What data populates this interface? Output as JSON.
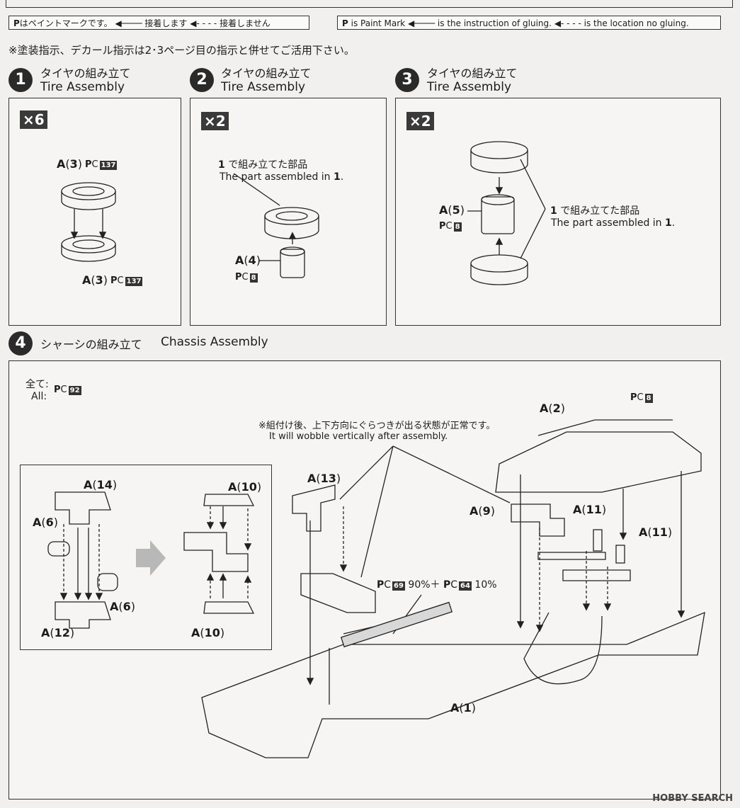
{
  "legend_ja": {
    "paint": "はペイントマークです。",
    "glue": "接着します",
    "no_glue": "接着しません"
  },
  "legend_en": {
    "paint": "is Paint Mark",
    "glue": "is the instruction of gluing.",
    "no_glue": "is the location no gluing."
  },
  "note": "※塗装指示、デカール指示は2･3ページ目の指示と併せてご活用下さい。",
  "steps": [
    {
      "num": "1",
      "ja": "タイヤの組み立て",
      "en": "Tire Assembly",
      "multiplier": "×6"
    },
    {
      "num": "2",
      "ja": "タイヤの組み立て",
      "en": "Tire Assembly",
      "multiplier": "×2"
    },
    {
      "num": "3",
      "ja": "タイヤの組み立て",
      "en": "Tire Assembly",
      "multiplier": "×2"
    },
    {
      "num": "4",
      "ja": "シャーシの組み立て",
      "en": "Chassis Assembly"
    }
  ],
  "assembled_in": {
    "ja": "で組み立てた部品",
    "en": "The part assembled in",
    "ref": "1"
  },
  "paint_mark": "P",
  "paint_sub": "C",
  "parts": {
    "a3": "A",
    "a3n": "3",
    "a4": "A",
    "a4n": "4",
    "a5": "A",
    "a5n": "5",
    "a1": "A",
    "a1n": "1",
    "a2": "A",
    "a2n": "2",
    "a6": "A",
    "a6n": "6",
    "a9": "A",
    "a9n": "9",
    "a10": "A",
    "a10n": "10",
    "a11": "A",
    "a11n": "11",
    "a12": "A",
    "a12n": "12",
    "a13": "A",
    "a13n": "13",
    "a14": "A",
    "a14n": "14"
  },
  "codes": {
    "c137": "137",
    "c8": "8",
    "c92": "92",
    "c69": "69",
    "c64": "64"
  },
  "all_ja": "全て:",
  "all_en": "All:",
  "wobble_ja": "※組付け後、上下方向にぐらつきが出る状態が正常です。",
  "wobble_en": "It will wobble vertically after assembly.",
  "mix": {
    "p1": "90%＋",
    "p2": "10%"
  },
  "watermark": "HOBBY SEARCH"
}
